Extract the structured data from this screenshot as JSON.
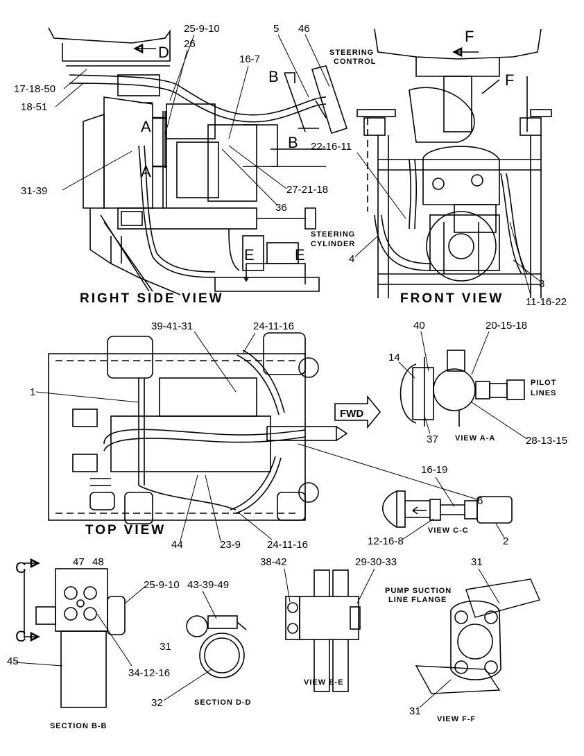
{
  "views": {
    "right_side": "RIGHT SIDE VIEW",
    "front": "FRONT VIEW",
    "top": "TOP VIEW",
    "view_aa": "VIEW A-A",
    "view_cc": "VIEW C-C",
    "section_bb": "SECTION B-B",
    "section_dd": "SECTION D-D",
    "view_ee": "VIEW E-E",
    "view_ff": "VIEW F-F"
  },
  "notes": {
    "steering_control": [
      "STEERING",
      "CONTROL"
    ],
    "steering_cylinder": [
      "STEERING",
      "CYLINDER"
    ],
    "pilot_lines": [
      "PILOT",
      "LINES"
    ],
    "pump_suction": [
      "PUMP SUCTION",
      "LINE FLANGE"
    ],
    "fwd": "FWD"
  },
  "section_letters": {
    "A": "A",
    "B": "B",
    "C": "C",
    "D": "D",
    "E": "E",
    "F": "F"
  },
  "callouts": {
    "c_25_9_10": "25-9-10",
    "c_26": "26",
    "c_16_7": "16-7",
    "c_5": "5",
    "c_46": "46",
    "c_17_18_50": "17-18-50",
    "c_18_51": "18-51",
    "c_31_39": "31-39",
    "c_27_21_18": "27-21-18",
    "c_36": "36",
    "c_22_16_11": "22-16-11",
    "c_4": "4",
    "c_3": "3",
    "c_11_16_22": "11-16-22",
    "c_39_41_31": "39-41-31",
    "c_24_11_16_top": "24-11-16",
    "c_1": "1",
    "c_6": "6",
    "c_44": "44",
    "c_23_9": "23-9",
    "c_24_11_16_bot": "24-11-16",
    "c_40": "40",
    "c_20_15_18": "20-15-18",
    "c_14": "14",
    "c_37": "37",
    "c_28_13_15": "28-13-15",
    "c_16_19": "16-19",
    "c_2": "2",
    "c_12_16_8": "12-16-8",
    "c_47": "47",
    "c_48": "48",
    "c_25_9_10_b": "25-9-10",
    "c_34_12_16": "34-12-16",
    "c_45": "45",
    "c_43_39_49": "43-39-49",
    "c_31_d": "31",
    "c_32": "32",
    "c_38_42": "38-42",
    "c_29_30_33": "29-30-33",
    "c_31_f_top": "31",
    "c_31_f_bot": "31"
  }
}
